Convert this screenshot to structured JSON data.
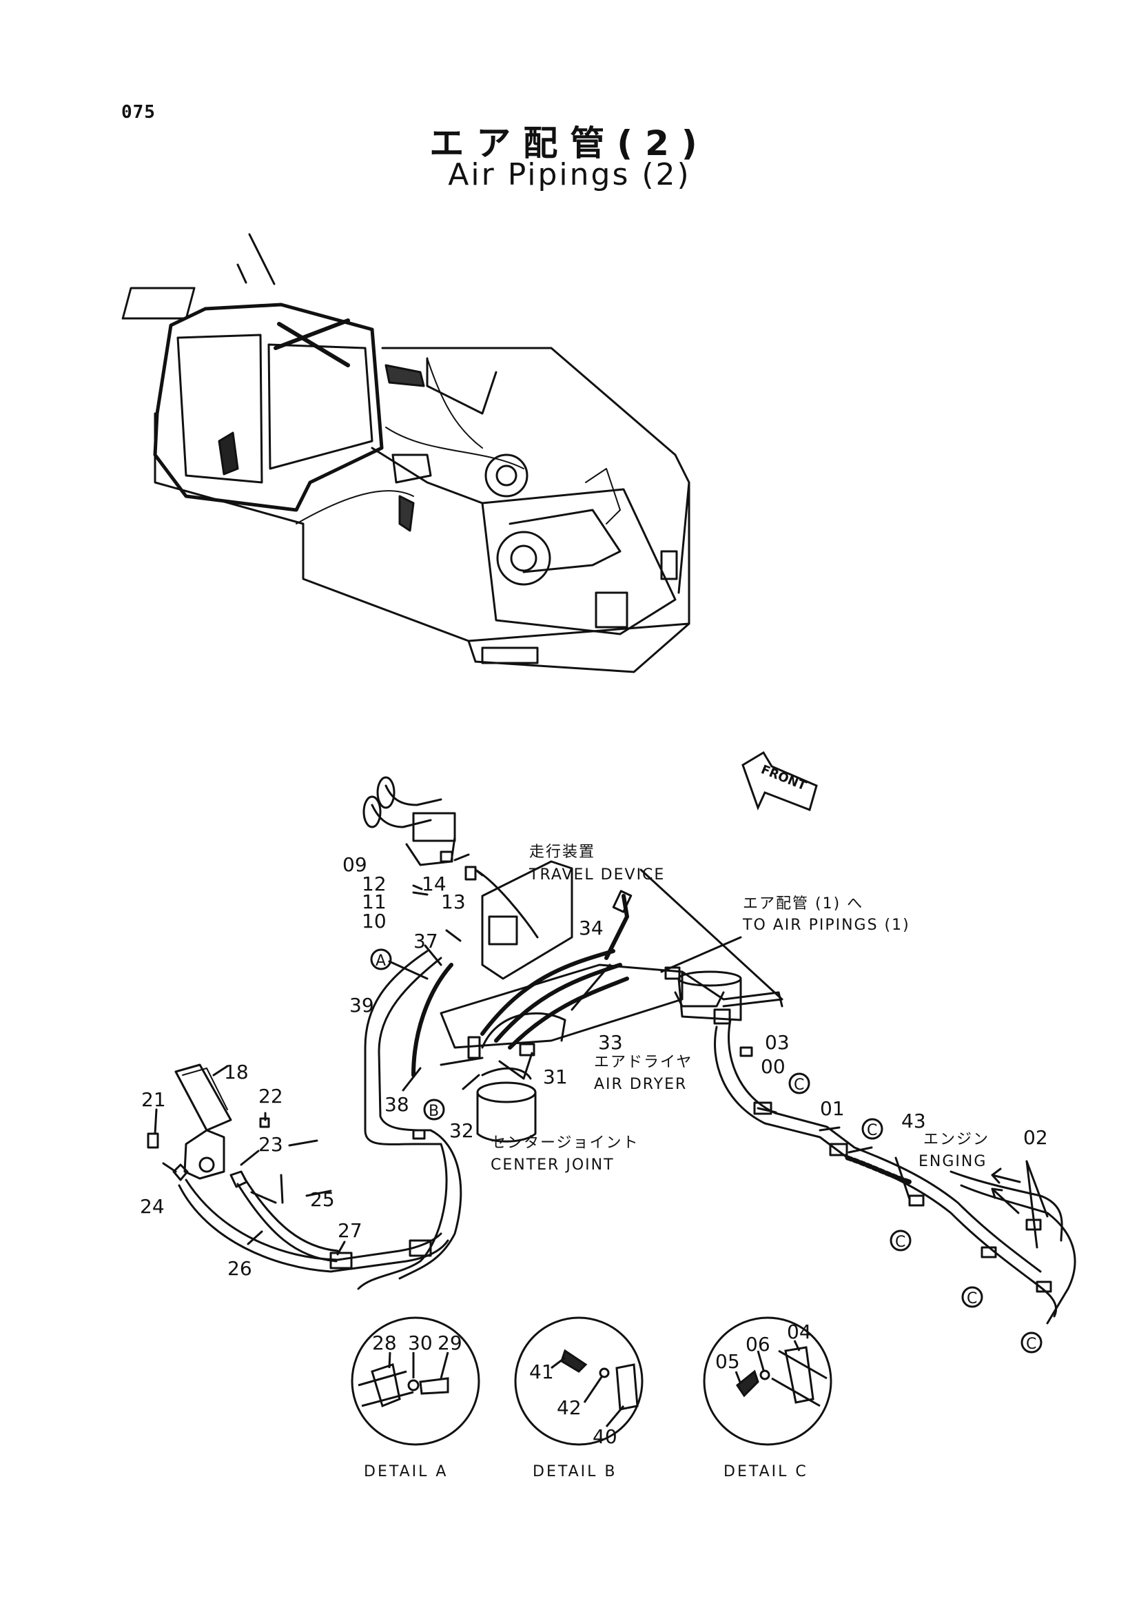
{
  "page_number": "075",
  "title_jp": "エア配管(2)",
  "title_en": "Air Pipings (2)",
  "front_label": "FRONT",
  "labels": {
    "travel_device_jp": "走行装置",
    "travel_device_en": "TRAVEL DEVICE",
    "to_air_pipings_jp": "エア配管 (1) へ",
    "to_air_pipings_en": "TO AIR PIPINGS (1)",
    "air_dryer_jp": "エアドライヤ",
    "air_dryer_en": "AIR DRYER",
    "center_joint_jp": "センタージョイント",
    "center_joint_en": "CENTER JOINT",
    "engine_jp": "エンジン",
    "engine_en": "ENGING"
  },
  "markers": {
    "a": "A",
    "b": "B",
    "c": "C"
  },
  "callouts": {
    "p00": "00",
    "p01": "01",
    "p02": "02",
    "p03": "03",
    "p04": "04",
    "p05": "05",
    "p06": "06",
    "p09": "09",
    "p10": "10",
    "p11": "11",
    "p12": "12",
    "p13": "13",
    "p14": "14",
    "p18": "18",
    "p21": "21",
    "p22": "22",
    "p23": "23",
    "p24": "24",
    "p25": "25",
    "p26": "26",
    "p27": "27",
    "p28": "28",
    "p29": "29",
    "p30": "30",
    "p31": "31",
    "p32": "32",
    "p33": "33",
    "p34": "34",
    "p37": "37",
    "p38": "38",
    "p39": "39",
    "p40": "40",
    "p41": "41",
    "p42": "42",
    "p43": "43"
  },
  "details": {
    "a": "DETAIL  A",
    "b": "DETAIL  B",
    "c": "DETAIL  C"
  }
}
